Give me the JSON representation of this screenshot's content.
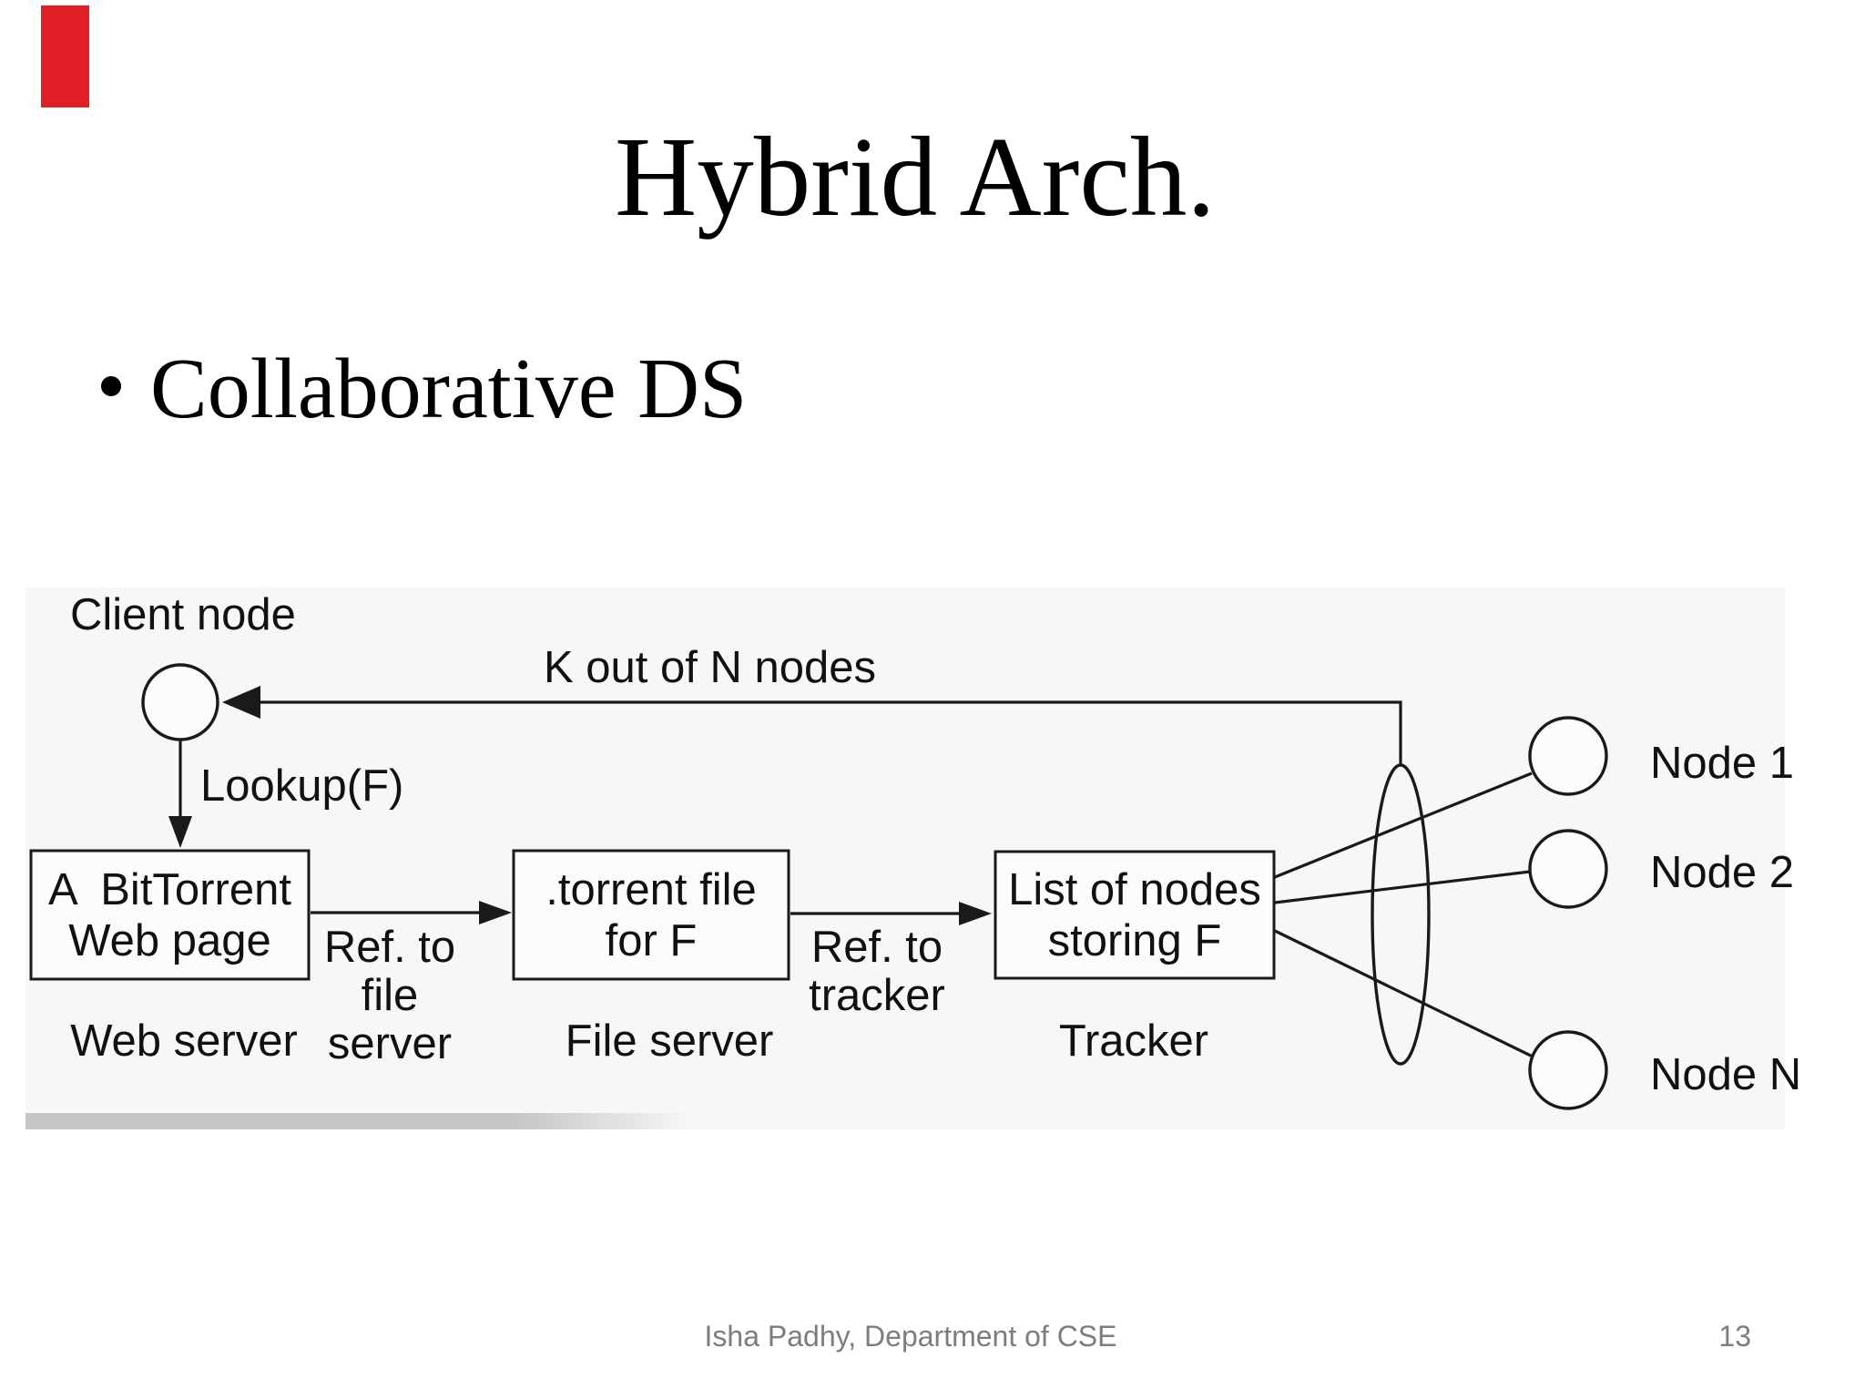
{
  "slide": {
    "title": "Hybrid Arch.",
    "bullet": "Collaborative DS",
    "footer": "Isha Padhy, Department of CSE",
    "page_number": "13",
    "accent_bar_color": "#e01e25",
    "footer_color": "#7d7d7d"
  },
  "diagram": {
    "panel_bg": "#f7f7f7",
    "ink": "#1a1a1a",
    "labels": {
      "client_node": "Client node",
      "k_out_of_n": "K out of N nodes",
      "lookup": "Lookup(F)",
      "ref_file": "Ref. to\nfile\nserver",
      "ref_tracker": "Ref. to\ntracker",
      "web_server": "Web server",
      "file_server": "File server",
      "tracker": "Tracker",
      "node1": "Node 1",
      "node2": "Node 2",
      "noden": "Node N"
    },
    "boxes": {
      "web_page": "A  BitTorrent\nWeb page",
      "torrent_file": ".torrent file\nfor F",
      "node_list": "List of nodes\nstoring F"
    }
  }
}
